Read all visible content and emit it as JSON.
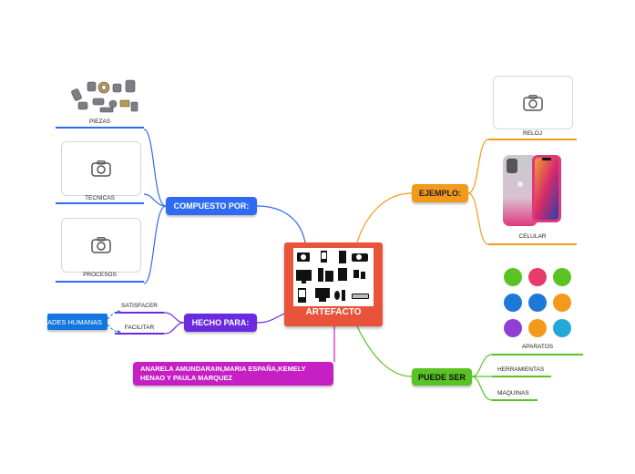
{
  "central": {
    "label": "ARTEFACTO"
  },
  "branches": {
    "compuesto": {
      "label": "COMPUESTO POR:",
      "color": "#2f6bf2",
      "children": [
        {
          "label": "PIEZAS",
          "image": "mechanical-parts-image"
        },
        {
          "label": "TECNICAS",
          "image": "camera-placeholder-icon"
        },
        {
          "label": "PROCESOS",
          "image": "camera-placeholder-icon"
        }
      ]
    },
    "hecho": {
      "label": "HECHO PARA:",
      "color": "#6a2be0",
      "children": [
        {
          "label": "SATISFACER"
        },
        {
          "label": "FACILITAR"
        }
      ],
      "floating": {
        "label": "ADES HUMANAS",
        "color": "#1477e0"
      }
    },
    "ejemplo": {
      "label": "EJEMPLO:",
      "color": "#f39a1c",
      "children": [
        {
          "label": "RELOJ",
          "image": "camera-placeholder-icon"
        },
        {
          "label": "CELULAR",
          "image": "smartphone-image"
        }
      ]
    },
    "puede": {
      "label": "PUEDE SER",
      "color": "#58c323",
      "children": [
        {
          "label": "APARATOS",
          "image": "appliance-icons-grid"
        },
        {
          "label": "HERRAMIENTAS"
        },
        {
          "label": "MAQUINAS"
        }
      ]
    }
  },
  "authors": {
    "label": "ANARELA AMUNDARAIN,MARIA ESPAÑA,KEMELY HENAO Y PAULA MARQUEZ",
    "color": "#c61fc4"
  }
}
